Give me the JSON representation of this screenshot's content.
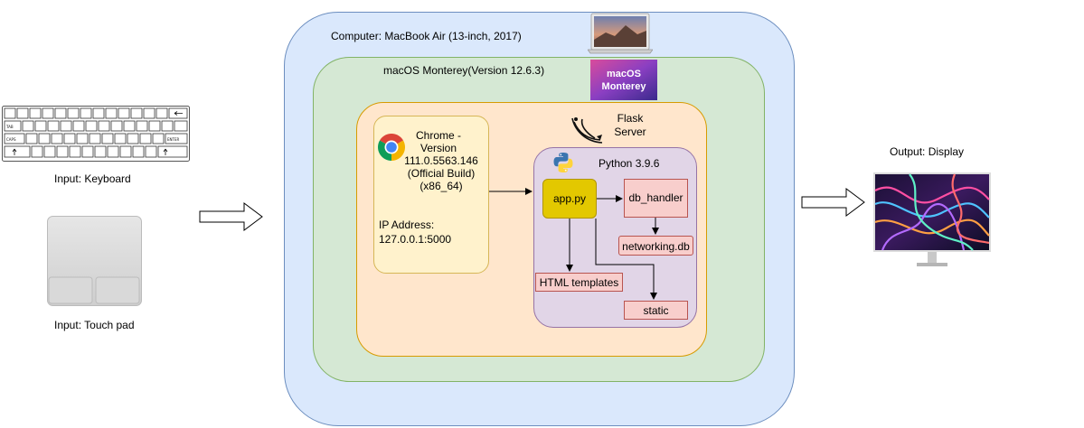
{
  "computer": {
    "label": "Computer: MacBook Air (13-inch, 2017)"
  },
  "os": {
    "label": "macOS Monterey(Version 12.6.3)",
    "logo_line1": "macOS",
    "logo_line2": "Monterey"
  },
  "flask": {
    "label_line1": "Flask",
    "label_line2": "Server"
  },
  "chrome": {
    "line1": "Chrome -",
    "line2": "Version",
    "line3": "111.0.5563.146",
    "line4": "(Official Build)",
    "line5": "(x86_64)",
    "ip_label": "IP Address:",
    "ip_value": "127.0.0.1:5000"
  },
  "python": {
    "label": "Python 3.9.6"
  },
  "nodes": {
    "app": "app.py",
    "db_handler": "db_handler",
    "networking_db": "networking.db",
    "html_templates": "HTML templates",
    "static": "static"
  },
  "inputs": {
    "keyboard": "Input: Keyboard",
    "touchpad": "Input: Touch pad"
  },
  "output": {
    "display": "Output: Display"
  },
  "keyboard_keys": {
    "tab": "TAB",
    "caps": "CAPS",
    "enter": "ENTER"
  },
  "icons": [
    "keyboard-icon",
    "touchpad-icon",
    "macbook-icon",
    "macos-monterey-logo",
    "chrome-icon",
    "flask-icon",
    "python-icon",
    "display-icon",
    "arrow-right-icon"
  ],
  "colors": {
    "computer_fill": "#dae8fc",
    "os_fill": "#d5e8d4",
    "flask_fill": "#ffe6cc",
    "chrome_fill": "#fff2cc",
    "python_fill": "#e1d5e7",
    "app_fill": "#e3c800",
    "file_fill": "#f8cecc"
  }
}
